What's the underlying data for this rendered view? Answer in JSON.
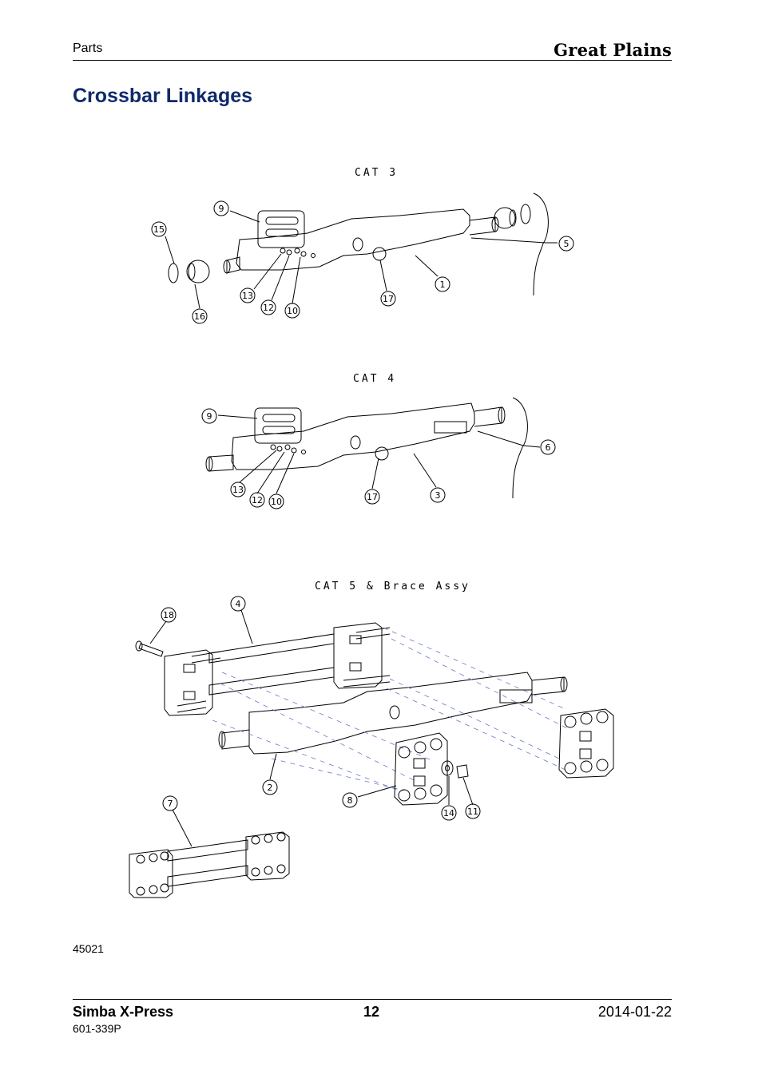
{
  "header": {
    "section": "Parts",
    "brand": "Great Plains"
  },
  "title": "Crossbar Linkages",
  "figures": {
    "cat3": "CAT 3",
    "cat4": "CAT 4",
    "cat5": "CAT 5 & Brace Assy"
  },
  "callouts": {
    "cat3": [
      "9",
      "15",
      "5",
      "13",
      "12",
      "10",
      "1",
      "17",
      "16"
    ],
    "cat4": [
      "9",
      "6",
      "13",
      "12",
      "10",
      "17",
      "3"
    ],
    "cat5": [
      "18",
      "4",
      "2",
      "8",
      "14",
      "11",
      "7"
    ]
  },
  "figure_id": "45021",
  "footer": {
    "product": "Simba X-Press",
    "page": "12",
    "date": "2014-01-22",
    "part_number": "601-339P"
  }
}
